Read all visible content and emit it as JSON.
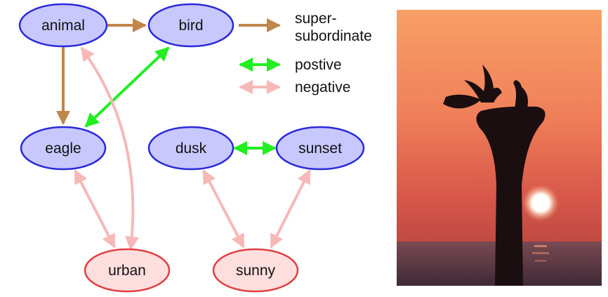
{
  "colors": {
    "blue_fill": "#c8c8ff",
    "blue_stroke": "#2a2ad8",
    "red_fill": "#ffdede",
    "red_stroke": "#e04040",
    "hierarchy": "#c0864a",
    "positive": "#22ee22",
    "negative": "#f7b8b8"
  },
  "nodes": {
    "animal": "animal",
    "bird": "bird",
    "eagle": "eagle",
    "dusk": "dusk",
    "sunset": "sunset",
    "urban": "urban",
    "sunny": "sunny"
  },
  "legend": {
    "super_line1": "super-",
    "super_line2": "subordinate",
    "positive": "postive",
    "negative": "negative"
  },
  "photo": {
    "description_icon": "sunset-eagles-photo-icon"
  }
}
